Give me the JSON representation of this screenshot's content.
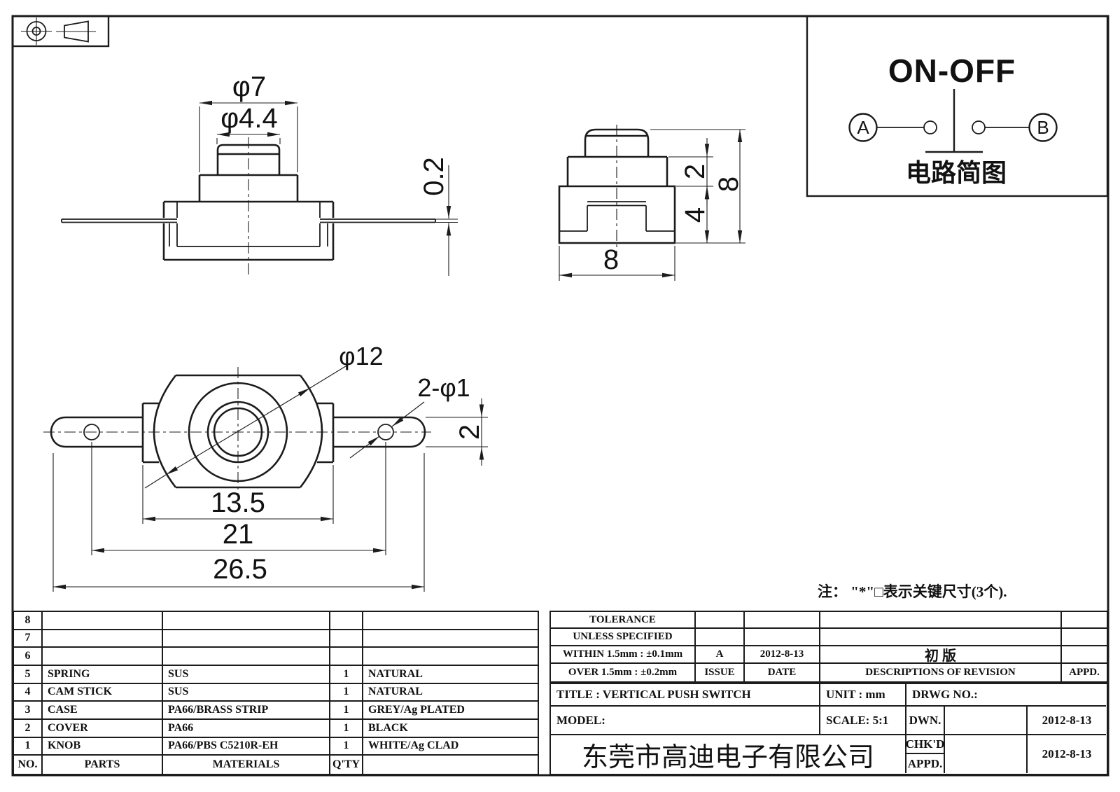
{
  "sheet": {
    "note": "注： \"*\"□表示关键尺寸(3个)."
  },
  "views": {
    "front": {
      "d7": "φ7",
      "d44": "φ4.4",
      "lead_thickness": "0.2"
    },
    "side": {
      "cover_height": "2",
      "body_height": "4",
      "total_height": "8",
      "width": "8"
    },
    "top": {
      "d12": "φ12",
      "holes": "2-φ1",
      "tab_width": "2",
      "body_width": "13.5",
      "hole_span": "21",
      "total_width": "26.5"
    }
  },
  "circuit": {
    "label": "ON-OFF",
    "terminal_a": "A",
    "terminal_b": "B",
    "caption": "电路简图"
  },
  "parts_table": {
    "header": {
      "no": "NO.",
      "parts": "PARTS",
      "materials": "MATERIALS",
      "qty": "Q'TY",
      "remark": ""
    },
    "rows": [
      {
        "no": "8",
        "parts": "",
        "materials": "",
        "qty": "",
        "remark": ""
      },
      {
        "no": "7",
        "parts": "",
        "materials": "",
        "qty": "",
        "remark": ""
      },
      {
        "no": "6",
        "parts": "",
        "materials": "",
        "qty": "",
        "remark": ""
      },
      {
        "no": "5",
        "parts": "SPRING",
        "materials": "SUS",
        "qty": "1",
        "remark": "NATURAL"
      },
      {
        "no": "4",
        "parts": "CAM STICK",
        "materials": "SUS",
        "qty": "1",
        "remark": "NATURAL"
      },
      {
        "no": "3",
        "parts": "CASE",
        "materials": "PA66/BRASS STRIP",
        "qty": "1",
        "remark": "GREY/Ag PLATED"
      },
      {
        "no": "2",
        "parts": "COVER",
        "materials": "PA66",
        "qty": "1",
        "remark": "BLACK"
      },
      {
        "no": "1",
        "parts": "KNOB",
        "materials": "PA66/PBS C5210R-EH",
        "qty": "1",
        "remark": "WHITE/Ag CLAD"
      }
    ]
  },
  "tolerance_block": {
    "title_line1": "TOLERANCE",
    "title_line2": "UNLESS  SPECIFIED",
    "within": "WITHIN 1.5mm : ±0.1mm",
    "over": "OVER 1.5mm : ±0.2mm",
    "issue_value": "A",
    "issue_label": "ISSUE",
    "date_value": "2012-8-13",
    "date_label": "DATE",
    "revision_value": "初  版",
    "revision_label": "DESCRIPTIONS OF REVISION",
    "appd_label": "APPD."
  },
  "title_block": {
    "title": "TITLE :  VERTICAL PUSH SWITCH",
    "unit": "UNIT :  mm",
    "drwg_no": "DRWG NO.:",
    "model": "MODEL:",
    "scale": "SCALE:  5:1",
    "dwn_label": "DWN.",
    "dwn_date": "2012-8-13",
    "chkd_label": "CHK'D",
    "chkd_date": "2012-8-13",
    "appd_label": "APPD.",
    "company": "东莞市高迪电子有限公司"
  }
}
